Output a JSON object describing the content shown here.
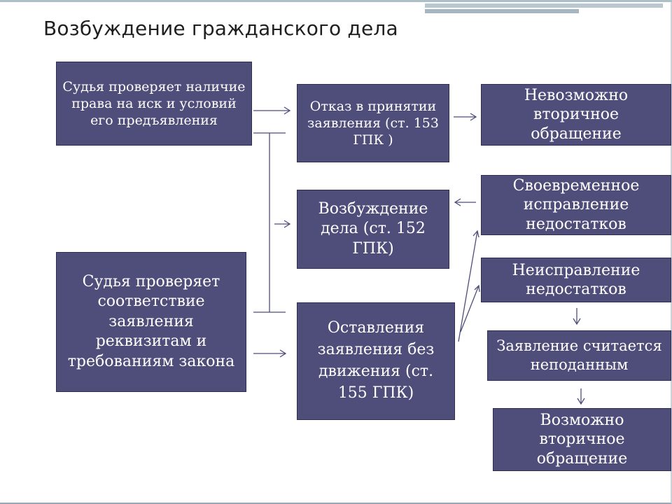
{
  "title": "Возбуждение гражданского дела",
  "colors": {
    "box_fill": "#4f4d7a",
    "box_border": "#2f2e50",
    "box_text": "#ffffff",
    "connector": "#4f4d7a",
    "decor_bar": "#aebfc9"
  },
  "boxes": {
    "check_right": "Судья проверяет наличие права на иск и условий его предъявления",
    "refusal": "Отказ в принятии заявления (ст. 153 ГПК )",
    "impossible_reapply": "Невозможно вторичное обращение",
    "initiation": "Возбуждение дела (ст. 152 ГПК)",
    "timely_correction": "Своевременное исправление недостатков",
    "check_requisites": "Судья проверяет соответствие заявления реквизитам и требованиям закона",
    "without_motion": "Оставления заявления без движения (ст. 155 ГПК)",
    "no_correction": "Неисправление недостатков",
    "not_filed": "Заявление считается неподанным",
    "possible_reapply": "Возможно вторичное обращение"
  }
}
